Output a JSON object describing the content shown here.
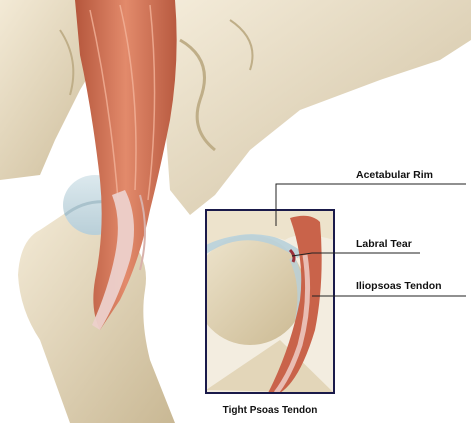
{
  "labels": {
    "acetabular_rim": "Acetabular Rim",
    "labral_tear": "Labral Tear",
    "iliopsoas_tendon": "Iliopsoas Tendon"
  },
  "caption": "Tight Psoas Tendon",
  "colors": {
    "bone": "#e8dcc0",
    "bone_shadow": "#c9b894",
    "muscle": "#c96a4f",
    "muscle_light": "#e79a7d",
    "tendon": "#e9c9c4",
    "cartilage": "#cfe3ea",
    "inset_border": "#1a1a4a",
    "leader_line": "#222222"
  }
}
